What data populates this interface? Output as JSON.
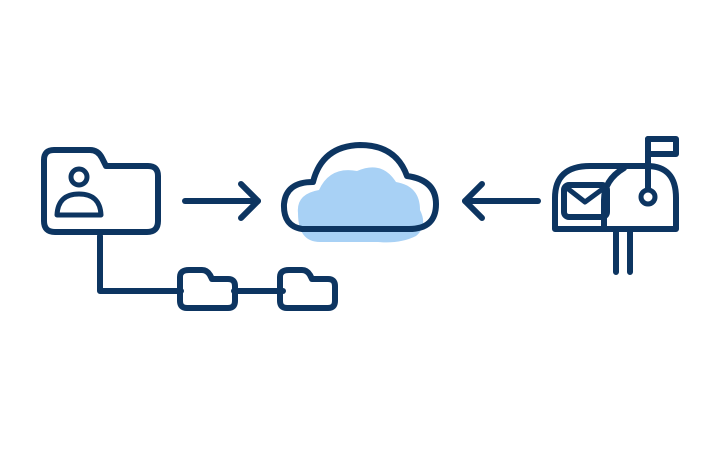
{
  "colors": {
    "stroke": "#0d3561",
    "cloud_fill": "#a8d1f5",
    "background": "#ffffff"
  },
  "nodes": [
    {
      "id": "user-folder",
      "icon": "user-folder-icon"
    },
    {
      "id": "cloud",
      "icon": "cloud-icon"
    },
    {
      "id": "mailbox",
      "icon": "mailbox-icon"
    },
    {
      "id": "subfolder-1",
      "icon": "folder-icon"
    },
    {
      "id": "subfolder-2",
      "icon": "folder-icon"
    }
  ],
  "edges": [
    {
      "from": "user-folder",
      "to": "cloud",
      "type": "arrow"
    },
    {
      "from": "mailbox",
      "to": "cloud",
      "type": "arrow"
    },
    {
      "from": "user-folder",
      "to": "subfolder-1",
      "type": "connector"
    },
    {
      "from": "subfolder-1",
      "to": "subfolder-2",
      "type": "connector"
    }
  ]
}
